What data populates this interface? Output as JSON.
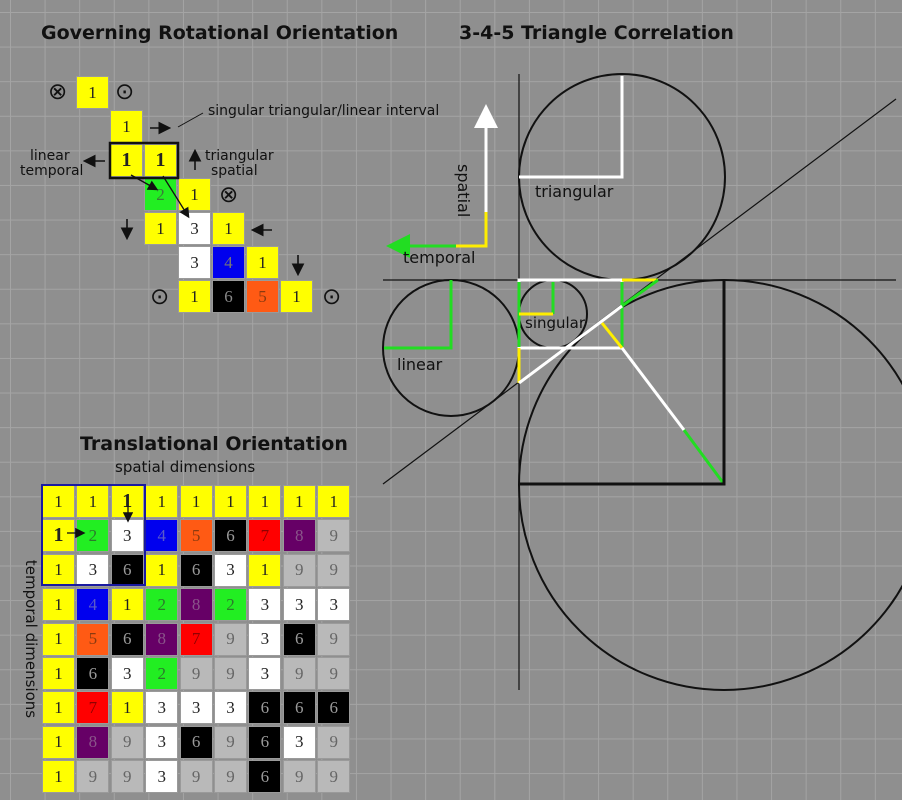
{
  "titles": {
    "rotational": "Governing Rotational Orientation",
    "triangle": "3-4-5  Triangle  Correlation",
    "translational": "Translational Orientation",
    "spatial_dimensions": "spatial dimensions",
    "temporal_dimensions": "temporal dimensions"
  },
  "labels": {
    "singular_interval": "singular triangular/linear interval",
    "linear": "linear",
    "temporal": "temporal",
    "triangular": "triangular",
    "spatial": "spatial",
    "temporal_axis": "temporal",
    "spatial_axis": "spatial",
    "triangular_circle": "triangular",
    "singular_circle": "singular",
    "linear_circle": "linear"
  },
  "symbols": {
    "cross": "⊗",
    "dot": "⊙"
  },
  "colors": {
    "Y": "#ffff00",
    "G": "#22ee22",
    "W": "#ffffff",
    "B": "#0000ee",
    "O": "#ff5a14",
    "K": "#000000",
    "R": "#ff0000",
    "P": "#660066",
    "S": "#b9b9b9"
  },
  "rotational_cells": [
    {
      "t": "1",
      "c": "Y"
    },
    {
      "t": "1",
      "c": "Y"
    },
    {
      "t": "1",
      "c": "Y"
    },
    {
      "t": "1",
      "c": "Y"
    },
    {
      "t": "2",
      "c": "G"
    },
    {
      "t": "1",
      "c": "Y"
    },
    {
      "t": "1",
      "c": "Y"
    },
    {
      "t": "3",
      "c": "W"
    },
    {
      "t": "1",
      "c": "Y"
    },
    {
      "t": "3",
      "c": "W"
    },
    {
      "t": "4",
      "c": "B"
    },
    {
      "t": "1",
      "c": "Y"
    },
    {
      "t": "1",
      "c": "Y"
    },
    {
      "t": "6",
      "c": "K"
    },
    {
      "t": "5",
      "c": "O"
    },
    {
      "t": "1",
      "c": "Y"
    }
  ],
  "translational_grid": [
    [
      "Y1",
      "Y1",
      "Y1",
      "Y1",
      "Y1",
      "Y1",
      "Y1",
      "Y1",
      "Y1"
    ],
    [
      "Y1",
      "G2",
      "W3",
      "B4",
      "O5",
      "K6",
      "R7",
      "P8",
      "S9"
    ],
    [
      "Y1",
      "W3",
      "K6",
      "Y1",
      "K6",
      "W3",
      "Y1",
      "S9",
      "S9"
    ],
    [
      "Y1",
      "B4",
      "Y1",
      "G2",
      "P8",
      "G2",
      "W3",
      "W3",
      "W3"
    ],
    [
      "Y1",
      "O5",
      "K6",
      "P8",
      "R7",
      "S9",
      "W3",
      "K6",
      "S9"
    ],
    [
      "Y1",
      "K6",
      "W3",
      "G2",
      "S9",
      "S9",
      "W3",
      "S9",
      "S9"
    ],
    [
      "Y1",
      "R7",
      "Y1",
      "W3",
      "W3",
      "W3",
      "K6",
      "K6",
      "K6"
    ],
    [
      "Y1",
      "P8",
      "S9",
      "W3",
      "K6",
      "S9",
      "K6",
      "W3",
      "S9"
    ],
    [
      "Y1",
      "S9",
      "S9",
      "W3",
      "S9",
      "S9",
      "K6",
      "S9",
      "S9"
    ]
  ]
}
